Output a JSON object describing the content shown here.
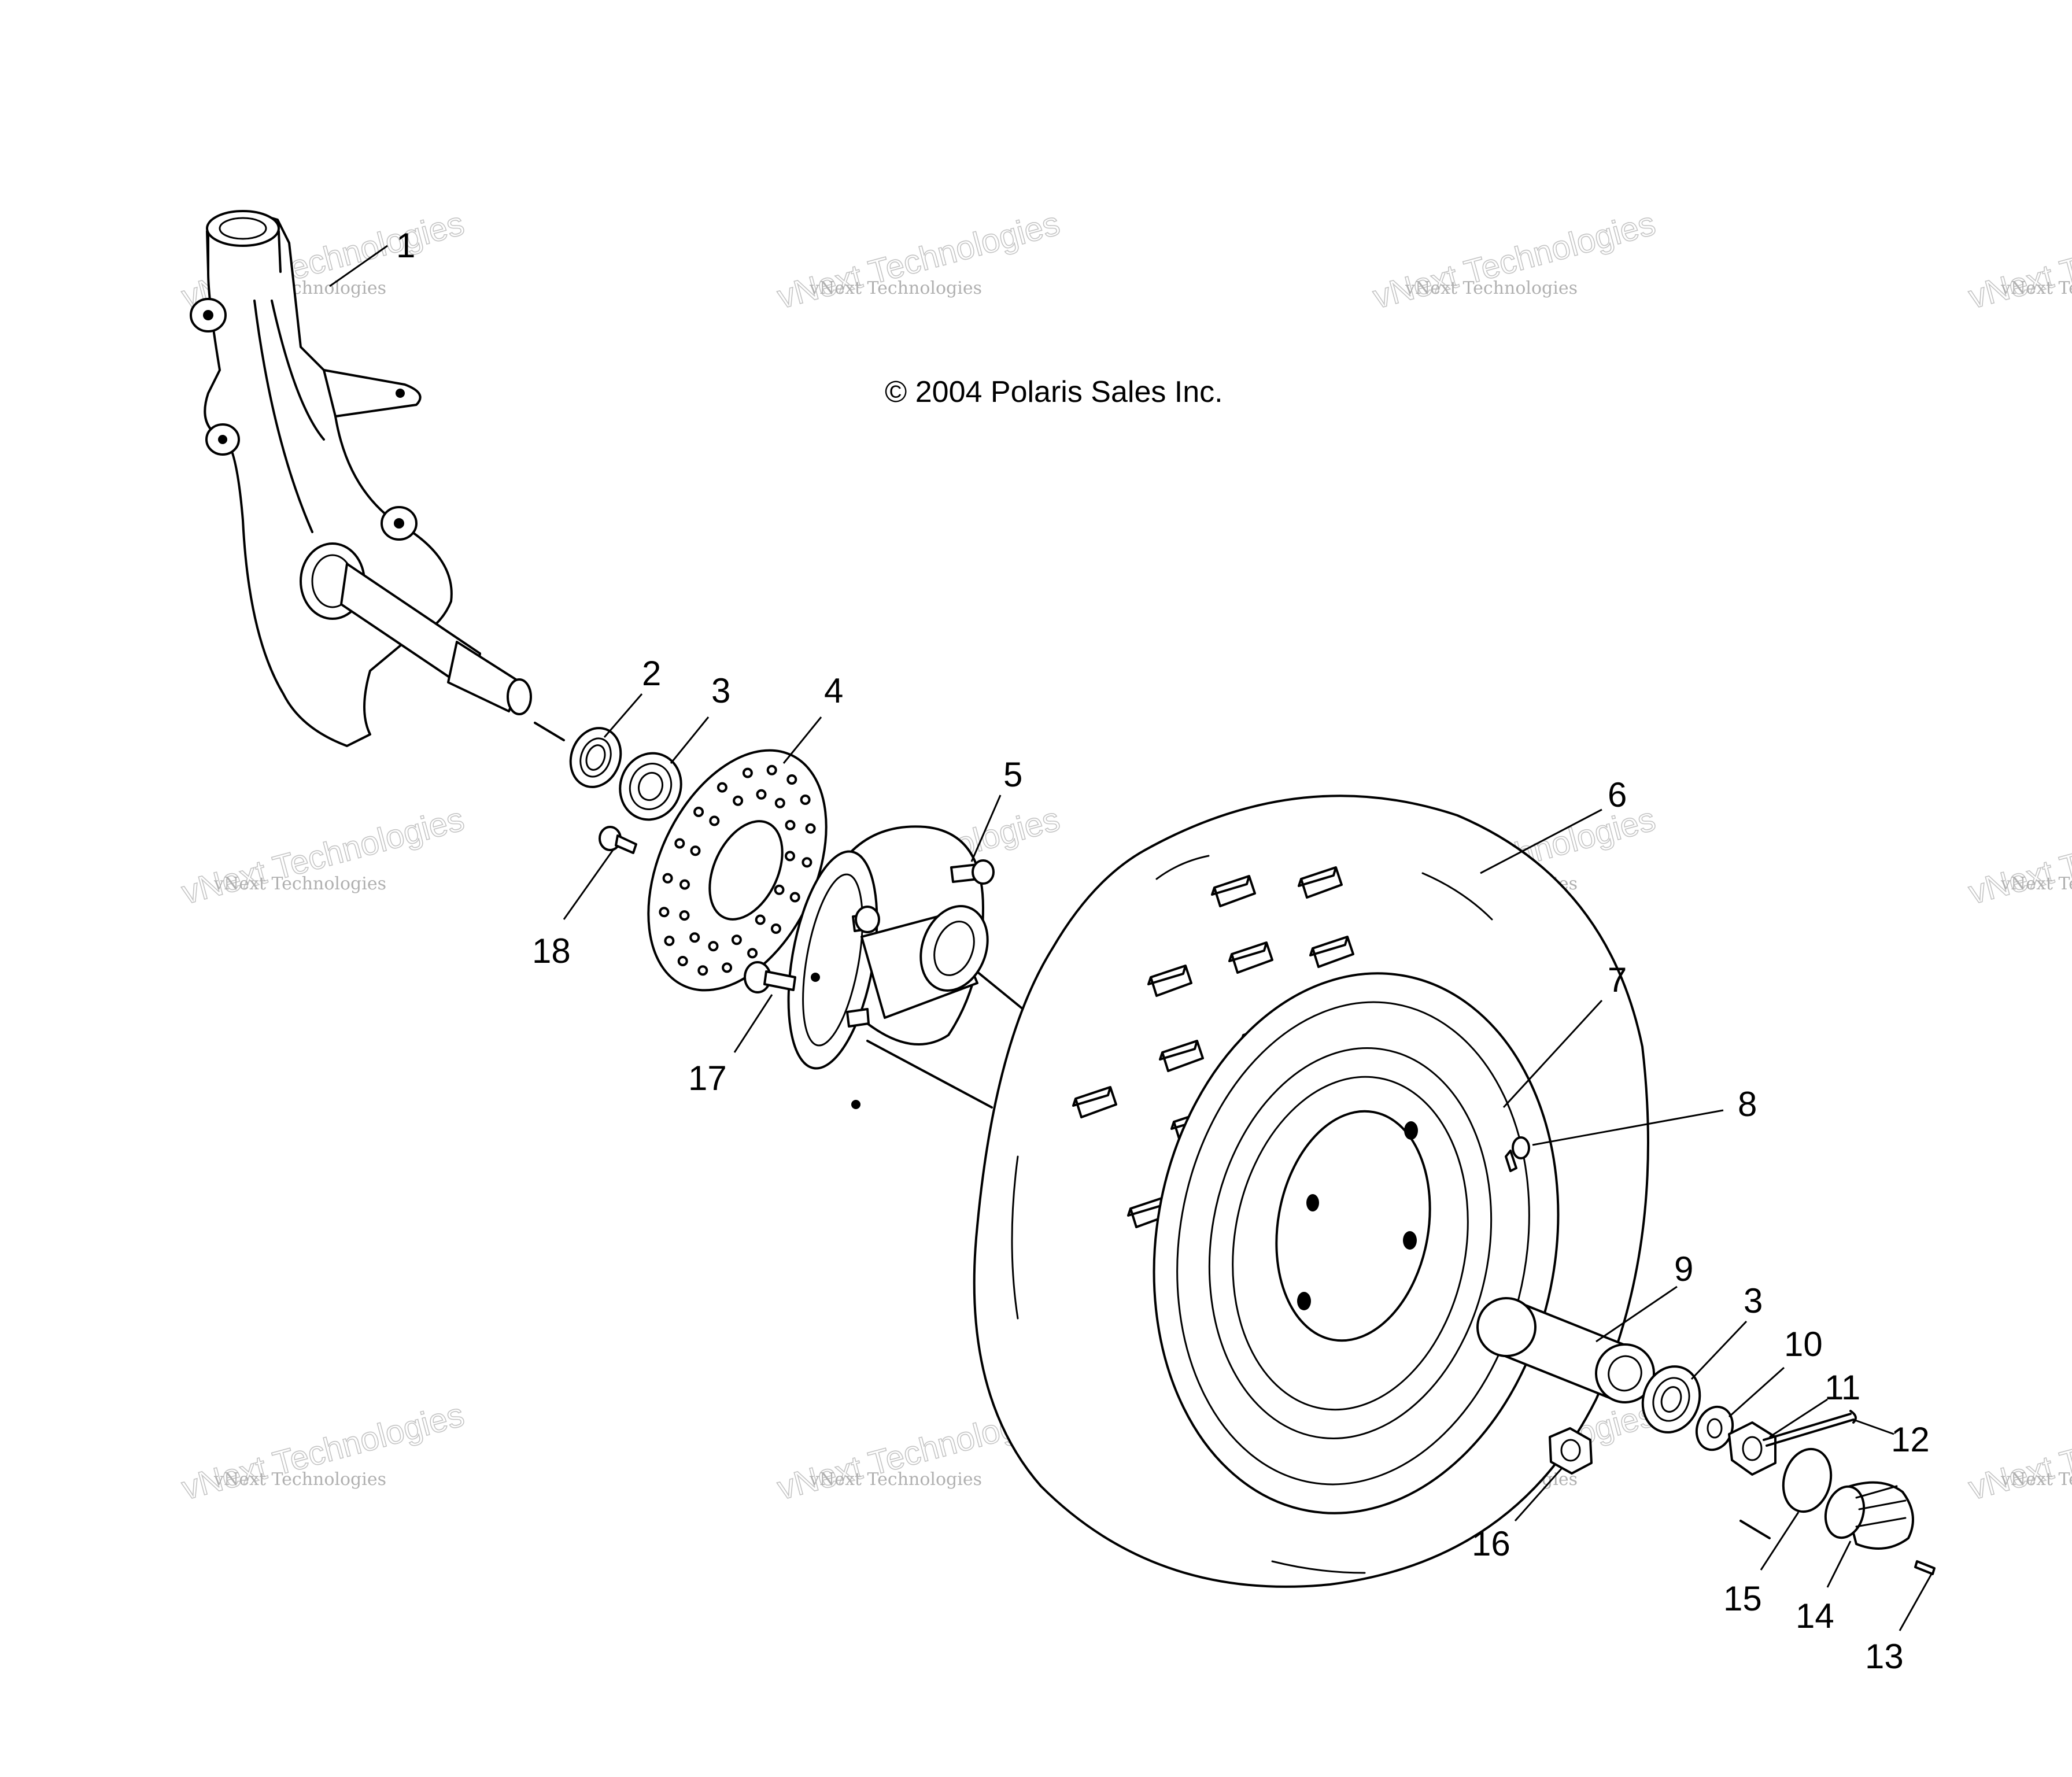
{
  "copyright": "© 2004 Polaris Sales Inc.",
  "watermark": {
    "line1": "vNext Technologies",
    "line2": "vNext Technologies"
  },
  "callouts": [
    {
      "id": "1",
      "label": "1"
    },
    {
      "id": "2",
      "label": "2"
    },
    {
      "id": "3a",
      "label": "3"
    },
    {
      "id": "4",
      "label": "4"
    },
    {
      "id": "5",
      "label": "5"
    },
    {
      "id": "6",
      "label": "6"
    },
    {
      "id": "7",
      "label": "7"
    },
    {
      "id": "8",
      "label": "8"
    },
    {
      "id": "9",
      "label": "9"
    },
    {
      "id": "3b",
      "label": "3"
    },
    {
      "id": "10",
      "label": "10"
    },
    {
      "id": "11",
      "label": "11"
    },
    {
      "id": "12",
      "label": "12"
    },
    {
      "id": "13",
      "label": "13"
    },
    {
      "id": "14",
      "label": "14"
    },
    {
      "id": "15",
      "label": "15"
    },
    {
      "id": "16",
      "label": "16"
    },
    {
      "id": "17",
      "label": "17"
    },
    {
      "id": "18",
      "label": "18"
    }
  ]
}
